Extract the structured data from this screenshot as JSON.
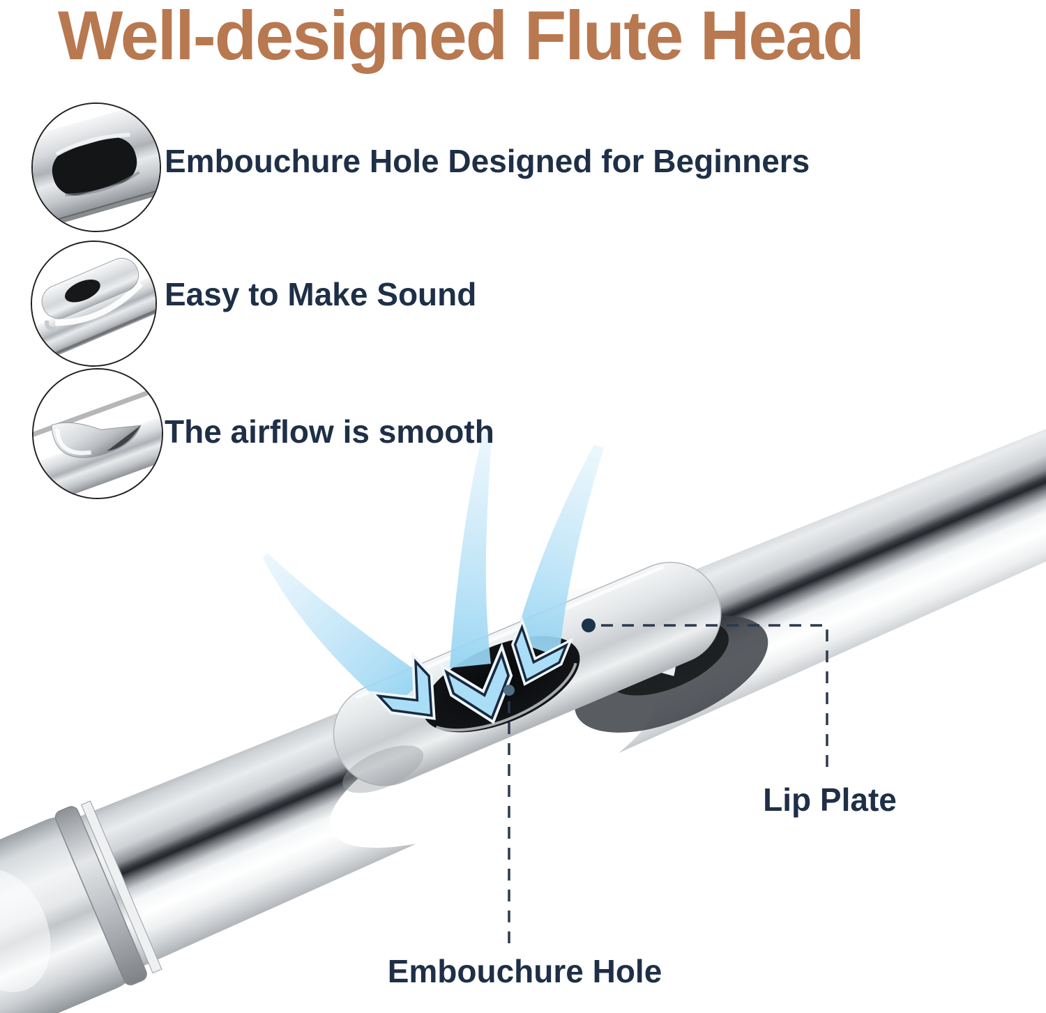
{
  "title": {
    "text": "Well-designed Flute Head"
  },
  "features": [
    {
      "label": "Embouchure Hole Designed for Beginners",
      "thumbnail": "embouchure-hole-closeup"
    },
    {
      "label": "Easy to Make Sound",
      "thumbnail": "lip-plate-angled-closeup"
    },
    {
      "label": "The airflow is smooth",
      "thumbnail": "lip-plate-edge-closeup"
    }
  ],
  "callouts": [
    {
      "label": "Lip Plate"
    },
    {
      "label": "Embouchure Hole"
    }
  ],
  "colors": {
    "title_copper": "#b87850",
    "text_navy": "#1e2f47",
    "airflow_blue": "#a9def6",
    "arrow_outline_navy": "#1a2940",
    "callout_line": "#2a3a4c",
    "lip_dot": "#1d3349",
    "embouchure_dot": "#4f6f85",
    "metal_highlight": "#ffffff",
    "metal_shadow": "#3a3e43"
  }
}
